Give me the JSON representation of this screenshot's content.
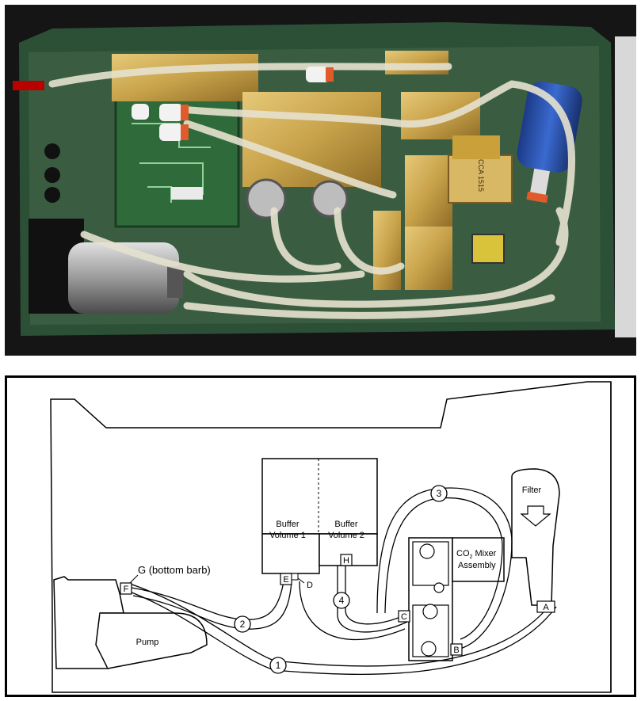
{
  "photo": {
    "label_text": "CCA 1515"
  },
  "diagram": {
    "buffer_volume_1": [
      "Buffer",
      "Volume 1"
    ],
    "buffer_volume_2": [
      "Buffer",
      "Volume 2"
    ],
    "co2_mixer": {
      "prefix": "CO",
      "subscript": "2",
      "line1_rest": " Mixer",
      "line2": "Assembly"
    },
    "filter": "Filter",
    "pump": "Pump",
    "port_labels": {
      "A": "A",
      "B": "B",
      "C": "C",
      "D": "D",
      "E": "E",
      "F": "F",
      "G": "G (bottom barb)",
      "H": "H"
    },
    "tube_numbers": {
      "1": "1",
      "2": "2",
      "3": "3",
      "4": "4"
    }
  },
  "colors": {
    "chassis_green": "#2c5036",
    "brass": "#c8a24a",
    "pcb_green": "#2f6b3a",
    "filter_blue": "#2a4fa8",
    "tube": "#e6e2cf",
    "fitting_orange": "#e05a2a"
  }
}
